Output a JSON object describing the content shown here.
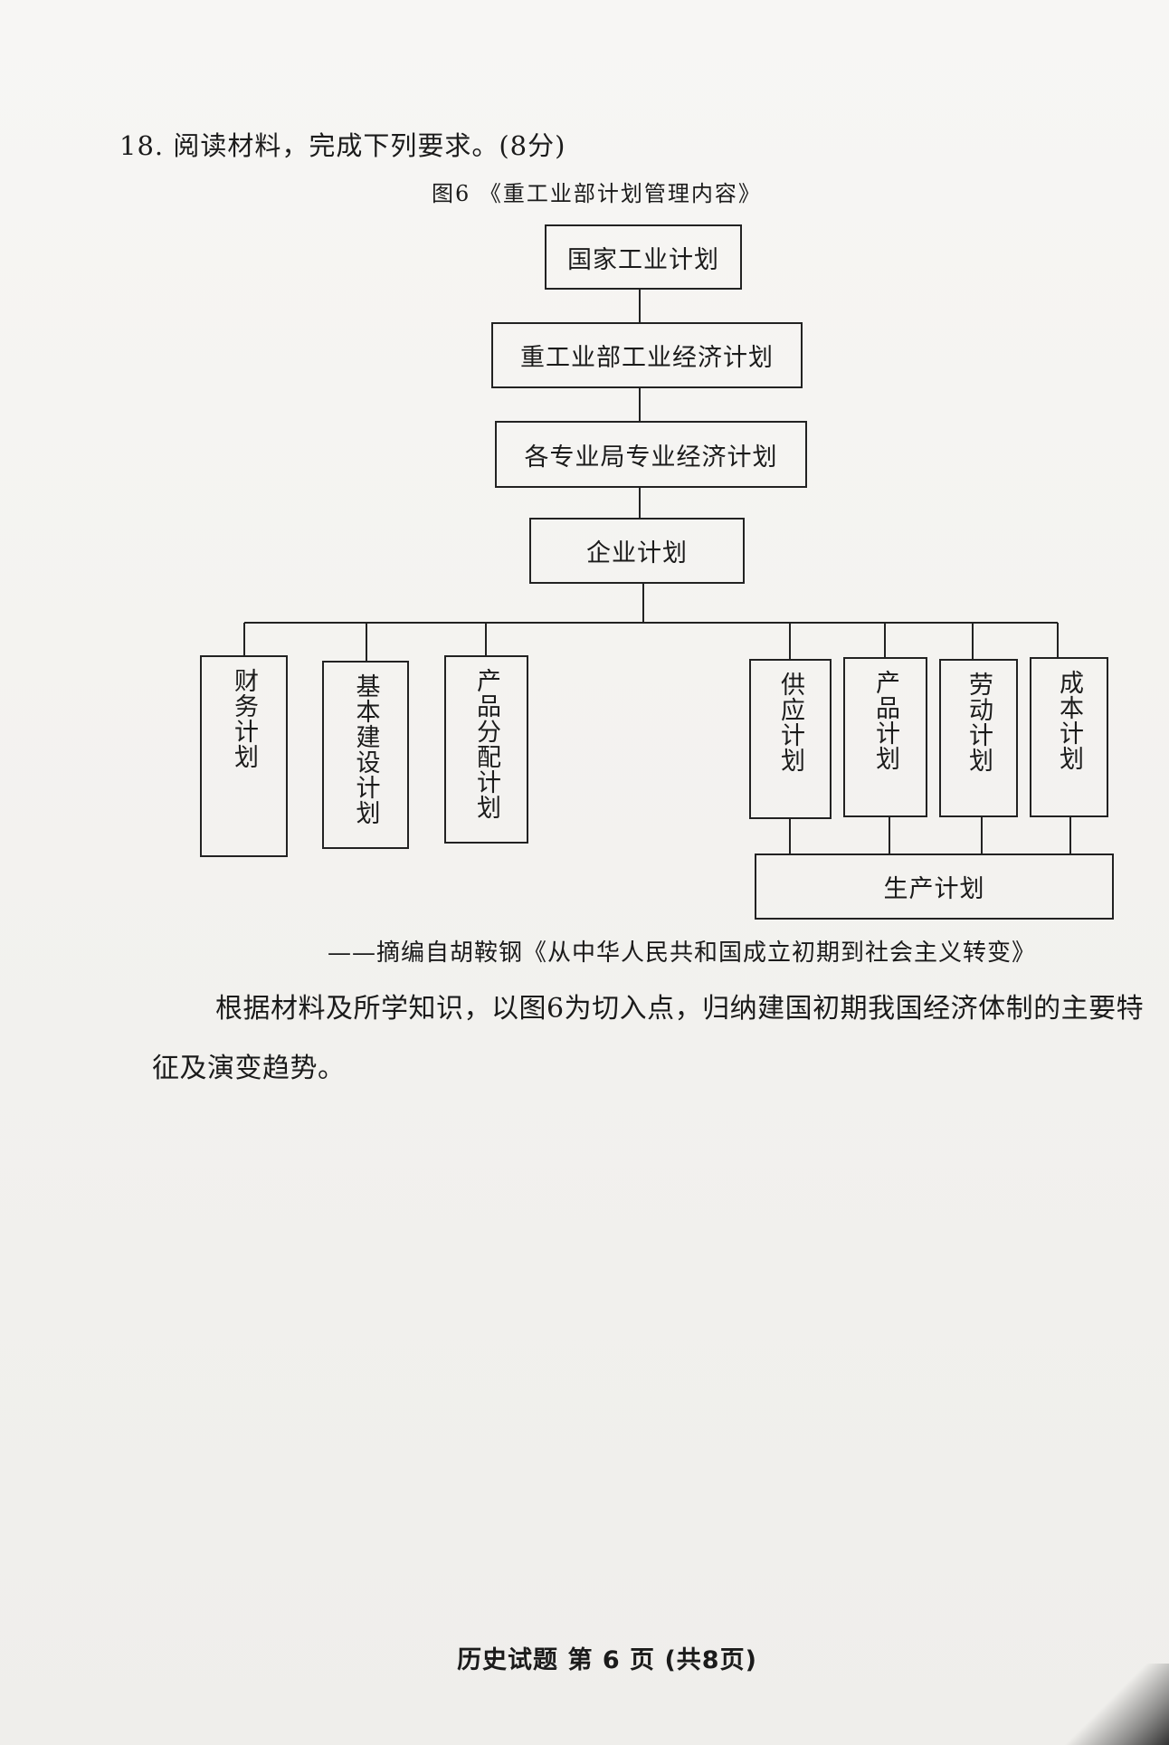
{
  "question": {
    "header": "18. 阅读材料，完成下列要求。(8分)",
    "figure_caption": "图6 《重工业部计划管理内容》",
    "source": "——摘编自胡鞍钢《从中华人民共和国成立初期到社会主义转变》",
    "prompt": "根据材料及所学知识，以图6为切入点，归纳建国初期我国经济体制的主要特征及演变趋势。"
  },
  "diagram": {
    "levels": [
      "国家工业计划",
      "重工业部工业经济计划",
      "各专业局专业经济计划",
      "企业计划"
    ],
    "left_branches": [
      "财务计划",
      "基本建设计划",
      "产品分配计划"
    ],
    "right_branches": [
      "供应计划",
      "产品计划",
      "劳动计划",
      "成本计划"
    ],
    "bottom_box": "生产计划"
  },
  "footer": "历史试题 第 6 页 (共8页)"
}
